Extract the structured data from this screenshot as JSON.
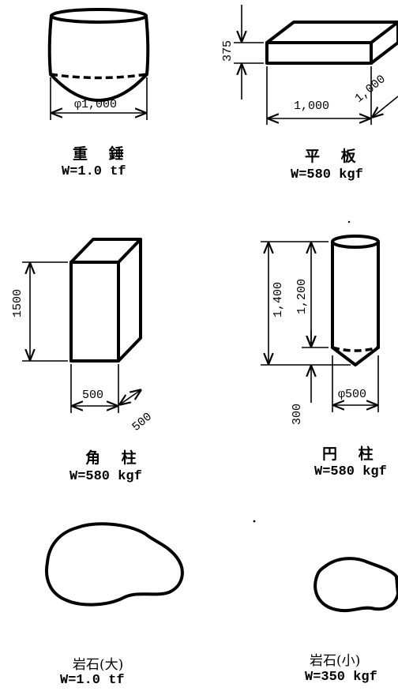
{
  "weights": {
    "hammer": {
      "name": "重 錘",
      "weight": "W=1.0 tf",
      "diameter": "φ1,000"
    },
    "plate": {
      "name": "平 板",
      "weight": "W=580 kgf",
      "thickness": "375",
      "width": "1,000",
      "depth": "1,000"
    },
    "prism": {
      "name": "角 柱",
      "weight": "W=580 kgf",
      "height": "1500",
      "width": "500",
      "depth": "500"
    },
    "cylinder": {
      "name": "円 柱",
      "weight": "W=580 kgf",
      "total_height": "1,400",
      "body_height": "1,200",
      "tip_height": "300",
      "diameter": "φ500"
    },
    "rock_large": {
      "name": "岩石(大)",
      "weight": "W=1.0 tf"
    },
    "rock_small": {
      "name": "岩石(小)",
      "weight": "W=350 kgf"
    }
  }
}
